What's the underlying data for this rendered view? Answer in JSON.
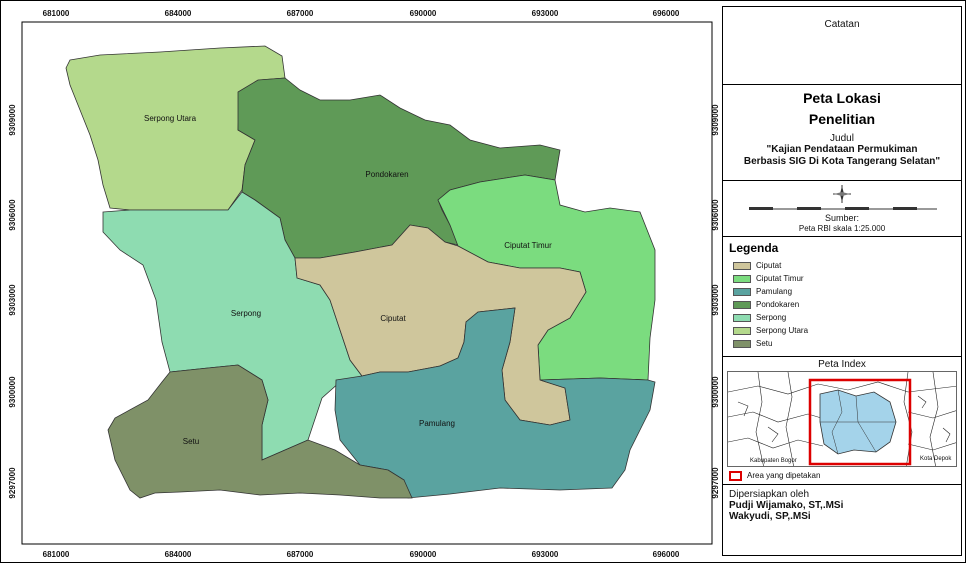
{
  "map": {
    "x_ticks": [
      "681000",
      "684000",
      "687000",
      "690000",
      "693000",
      "696000"
    ],
    "y_ticks": [
      "9309000",
      "9306000",
      "9303000",
      "9300000",
      "9297000"
    ],
    "districts": [
      {
        "id": "serpong-utara",
        "label": "Serpong Utara",
        "color": "#b4d98c"
      },
      {
        "id": "pondokaren",
        "label": "Pondokaren",
        "color": "#5f9a57"
      },
      {
        "id": "ciputat-timur",
        "label": "Ciputat Timur",
        "color": "#7bdc7f"
      },
      {
        "id": "serpong",
        "label": "Serpong",
        "color": "#8edcb1"
      },
      {
        "id": "ciputat",
        "label": "Ciputat",
        "color": "#cfc69c"
      },
      {
        "id": "pamulang",
        "label": "Pamulang",
        "color": "#5aa3a0"
      },
      {
        "id": "setu",
        "label": "Setu",
        "color": "#7f9168"
      }
    ]
  },
  "panel": {
    "catatan": "Catatan",
    "title_line1": "Peta Lokasi",
    "title_line2": "Penelitian",
    "judul": "Judul",
    "judul_line1": "\"Kajian Pendataan Permukiman",
    "judul_line2": "Berbasis SIG Di Kota Tangerang Selatan\"",
    "sumber": "Sumber:",
    "sumber_text": "Peta RBI skala 1:25.000",
    "legenda_title": "Legenda",
    "legend": [
      {
        "label": "Ciputat",
        "color": "#cfc69c"
      },
      {
        "label": "Ciputat Timur",
        "color": "#7bdc7f"
      },
      {
        "label": "Pamulang",
        "color": "#5aa3a0"
      },
      {
        "label": "Pondokaren",
        "color": "#5f9a57"
      },
      {
        "label": "Serpong",
        "color": "#8edcb1"
      },
      {
        "label": "Serpong Utara",
        "color": "#b4d98c"
      },
      {
        "label": "Setu",
        "color": "#7f9168"
      }
    ],
    "index_title": "Peta Index",
    "index_label_bogor": "Kabupaten Bogor",
    "index_label_depok": "Kota Depok",
    "area_label": "Area yang dipetakan",
    "prepared_label": "Dipersiapkan oleh",
    "prepared_name1": "Pudji Wijamako, ST,.MSi",
    "prepared_name2": "Wakyudi, SP,.MSi"
  }
}
